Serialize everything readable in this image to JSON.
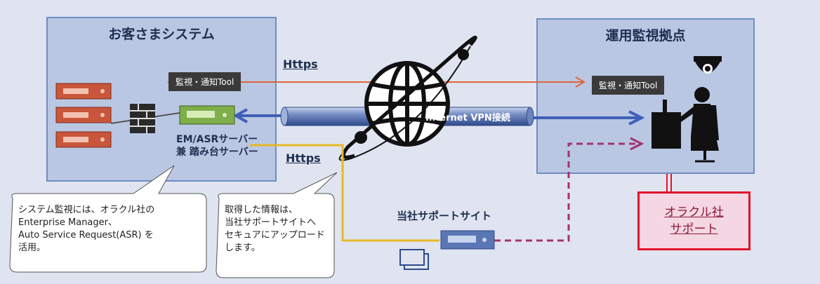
{
  "customer_system": {
    "title": "お客さまシステム",
    "tool_label": "監視・通知Tool",
    "server_label_line1": "EM/ASRサーバー",
    "server_label_line2": "兼 踏み台サーバー"
  },
  "ops_center": {
    "title": "運用監視拠点",
    "tool_label": "監視・通知Tool"
  },
  "connections": {
    "https_top": "Https",
    "https_bottom": "Https",
    "vpn_label": "Internet VPN接続"
  },
  "support_site": {
    "label": "当社サポートサイト"
  },
  "oracle_support": {
    "line1": "オラクル社",
    "line2": "サポート"
  },
  "callouts": {
    "left": "システム監視には、オラクル社の\nEnterprise Manager、\nAuto Service Request(ASR) を\n活用。",
    "right": "取得した情報は、\n当社サポートサイトへ\nセキュアにアップロード\nします。"
  },
  "colors": {
    "box_fill": "#b9c7e3",
    "box_border": "#6f8cc4",
    "https_arrow": "#e0643a",
    "vpn_arrow": "#3f5fb8",
    "upload_line": "#e6b82a",
    "support_link": "#a3336e",
    "oracle_border": "#e1142a",
    "oracle_fill": "#f5d6e3"
  },
  "icons": [
    "globe-icon",
    "server-rack-icon",
    "firewall-icon",
    "server-icon",
    "camera-icon",
    "operator-icon",
    "monitor-icon"
  ]
}
